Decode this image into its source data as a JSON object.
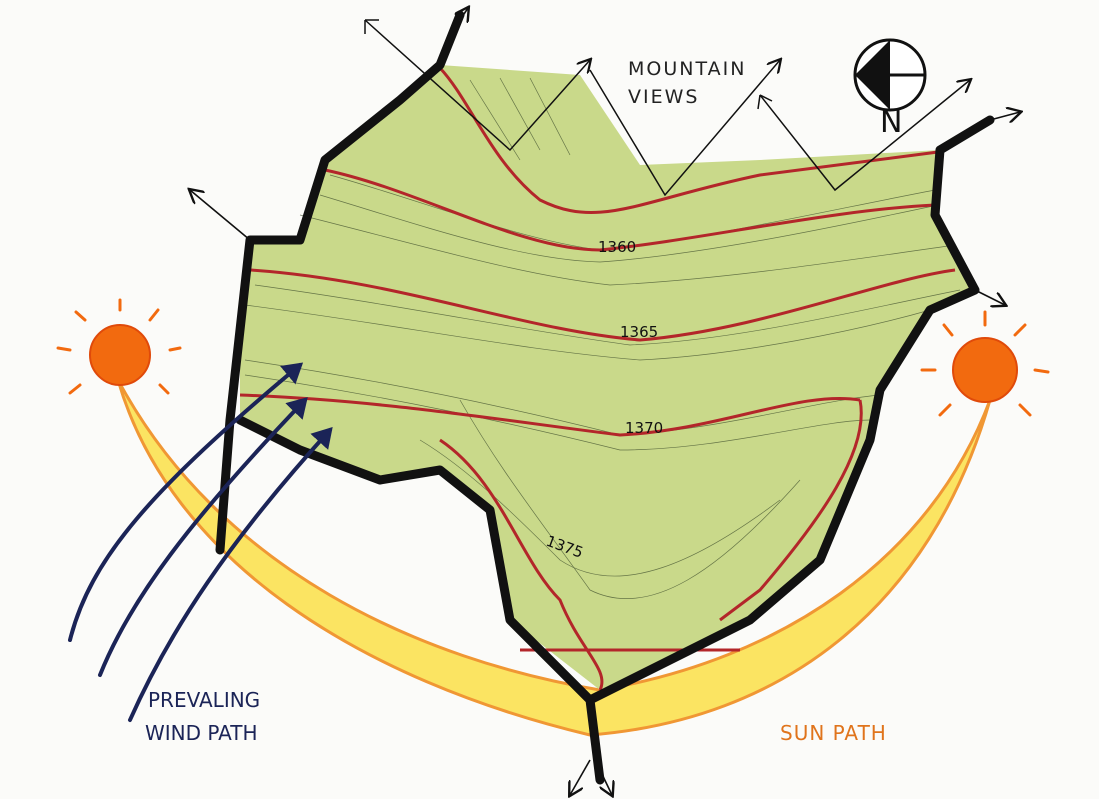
{
  "labels": {
    "mountain_views_line1": "MOUNTAIN",
    "mountain_views_line2": "VIEWS",
    "north": "N",
    "wind_line1": "PREVALING",
    "wind_line2": "WIND PATH",
    "sun_path": "SUN PATH"
  },
  "contours": [
    "1360",
    "1365",
    "1370",
    "1375"
  ],
  "colors": {
    "site_fill": "#c9d98a",
    "contour_major": "#b3262a",
    "boundary": "#111111",
    "sun": "#f26a0f",
    "sun_path_fill": "#fbe35a",
    "sun_path_stroke": "#f0922a",
    "wind": "#1b2457"
  }
}
